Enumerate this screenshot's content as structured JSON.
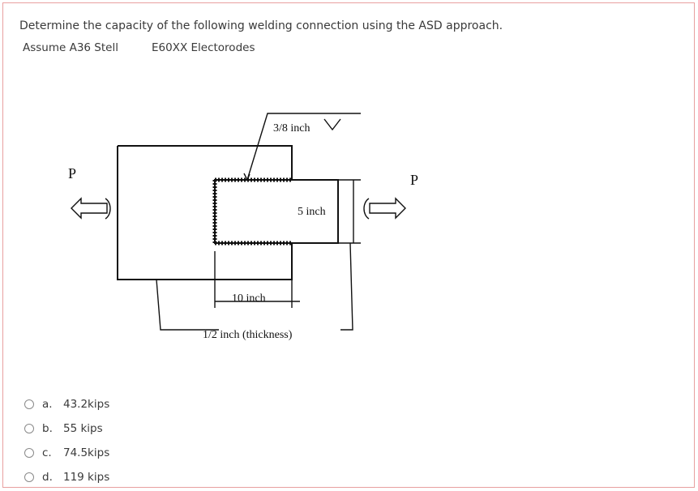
{
  "question": {
    "text": "Determine the capacity of the following welding connection using the ASD approach.",
    "assume_steel": "Assume  A36 Stell",
    "electrodes": "E60XX Electorodes"
  },
  "diagram": {
    "weld_size_label": "3/8 inch",
    "height_label": "5 inch",
    "length_label": "10 inch",
    "thickness_label": "1/2 inch (thickness)",
    "load_left_label": "P",
    "load_right_label": "P"
  },
  "options": [
    {
      "letter": "a.",
      "text": "43.2kips"
    },
    {
      "letter": "b.",
      "text": "55 kips"
    },
    {
      "letter": "c.",
      "text": "74.5kips"
    },
    {
      "letter": "d.",
      "text": "119 kips"
    }
  ]
}
